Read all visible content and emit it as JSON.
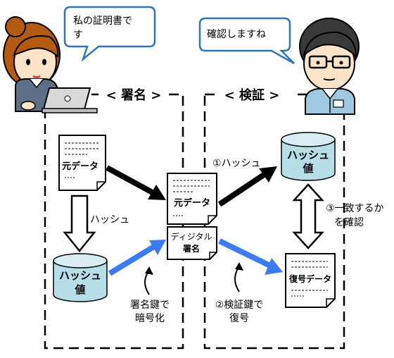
{
  "sender": {
    "bubble_line1": "私の証明書で",
    "bubble_line2": "す",
    "section_title": "< 署名 >"
  },
  "verifier": {
    "bubble": "確認しますね",
    "section_title": "< 検証 >"
  },
  "documents": {
    "original": "元データ",
    "sent": "元データ",
    "digital_signature_line1": "ディジタル",
    "digital_signature_line2": "署名",
    "restored": "復号データ"
  },
  "cylinders": {
    "sender_hash_line1": "ハッシュ",
    "sender_hash_line2": "値",
    "verifier_hash_line1": "ハッシュ",
    "verifier_hash_line2": "値"
  },
  "labels": {
    "hash_down": "ハッシュ",
    "step1": "①ハッシュ",
    "encrypt_line1": "署名鍵で",
    "encrypt_line2": "暗号化",
    "decrypt_line1": "②検証鍵で",
    "decrypt_line2": "復号",
    "compare_line1": "③一致するか",
    "compare_line2": "を確認"
  },
  "colors": {
    "blue_arrow": "#3d7bf5",
    "cylinder_fill": "#b7dde8",
    "bubble_border": "#2e75b6",
    "frame": "#000000"
  }
}
